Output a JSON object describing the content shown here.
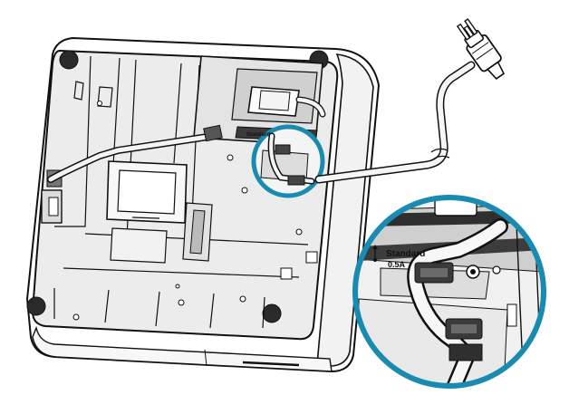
{
  "figure": {
    "kind": "installation-illustration",
    "subject": "cable routing on underside of device",
    "detail_callout": {
      "label_line1": "Standard",
      "label_line2": "0.5A"
    },
    "inset_small_text": "Standard"
  },
  "colors": {
    "line_art": "#111111",
    "housing_fill": "#ffffff",
    "base_fill": "#e9e9e9",
    "shadow_fill": "#cfcfcf",
    "callout_ring": "#1a8bb0",
    "cable_fill": "#f4f4f4"
  },
  "icons": {
    "plug": "power-plug-icon",
    "usb": "usb-symbol-icon"
  }
}
